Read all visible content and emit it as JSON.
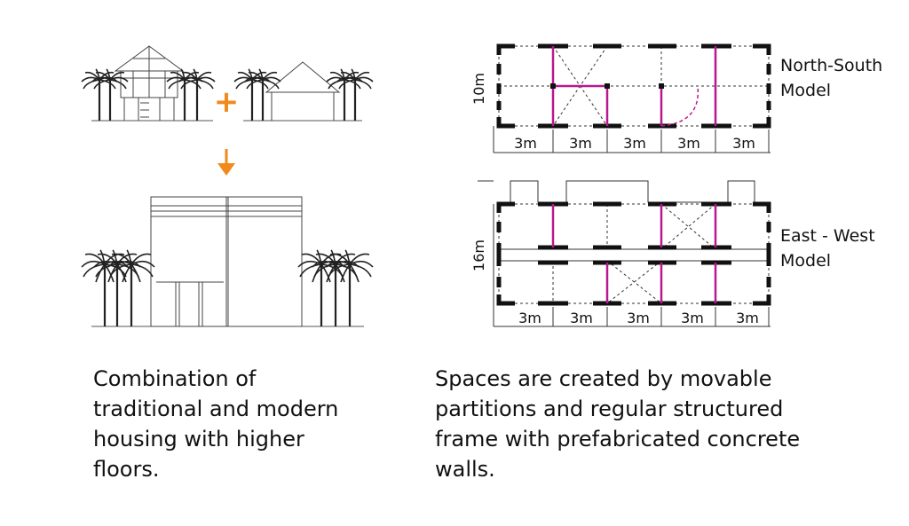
{
  "colors": {
    "accent": "#f08a1c",
    "partition": "#b8188e",
    "wall": "#111111",
    "line": "#333333"
  },
  "left": {
    "plus_symbol": "+",
    "caption": "Combination of traditional and modern housing with higher floors."
  },
  "north_south": {
    "label_line1": "North-South",
    "label_line2": "Model",
    "dimension_label": "10m",
    "bay_labels": [
      "3m",
      "3m",
      "3m",
      "3m",
      "3m"
    ]
  },
  "east_west": {
    "label_line1": "East - West",
    "label_line2": "Model",
    "dimension_label": "16m",
    "bay_labels": [
      "3m",
      "3m",
      "3m",
      "3m",
      "3m"
    ]
  },
  "right": {
    "caption": "Spaces are created by movable partitions and regular structured frame with prefabricated concrete walls."
  }
}
